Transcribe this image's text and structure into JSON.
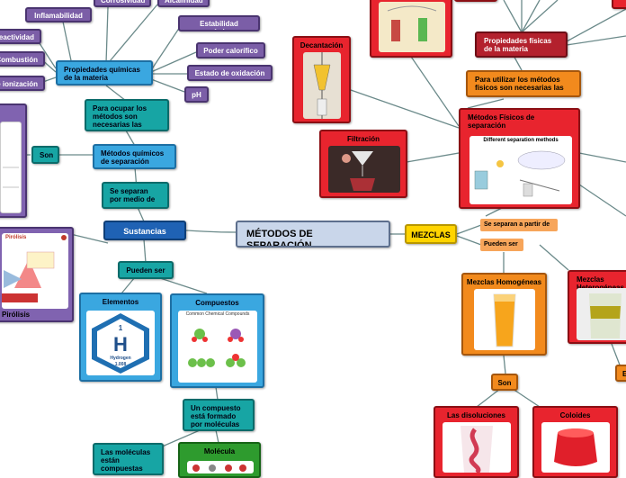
{
  "central": "MÉTODOS DE SEPARACIÓN",
  "left": {
    "corrosividad": "Corrosividad",
    "alcalinidad": "Alcalinidad",
    "inflamabilidad": "Inflamabilidad",
    "reactividad": "Reactividad",
    "combustion": "Combustión",
    "ionizacion": "de ionización",
    "estabilidad": "Estabilidad química",
    "poder_calorifico": "Poder calorífico",
    "estado_oxidacion": "Estado de oxidación",
    "ph": "pH",
    "propiedades_quimicas": "Propiedades químicas de la materia",
    "para_ocupar": "Para ocupar los métodos son necesarias las",
    "son": "Son",
    "metodos_quimicos": "Métodos químicos de separación",
    "se_separan": "Se separan por medio de",
    "sustancias_puras": "Sustancias puras",
    "pueden_ser": "Pueden ser",
    "pirolisis": "Pirólisis",
    "pirolisis_img_title": "Pirólisis",
    "elementos": "Elementos",
    "hydrogen_number": "1",
    "hydrogen_symbol": "H",
    "hydrogen_name": "Hydrogen",
    "hydrogen_mass": "1.008",
    "compuestos": "Compuestos",
    "compounds_img_title": "Common Chemical Compounds",
    "un_compuesto": "Un compuesto está formado por moléculas",
    "molecula": "Molécula",
    "las_moleculas": "Las moléculas están compuestas"
  },
  "right": {
    "decantacion": "Decantación",
    "filtracion": "Filtración",
    "propiedades_fisicas": "Propiedades físicas de la materia",
    "para_utilizar": "Para utilizar los métodos físicos son necesarias las",
    "metodos_fisicos": "Métodos Físicos de separación",
    "diff_methods": "Different separation methods",
    "mezclas": "MEZCLAS",
    "se_separan_partir": "Se separan a partir de",
    "pueden_ser": "Pueden ser",
    "homogeneas": "Mezclas Homogéneas",
    "heterogeneas": "Mezclas Heterogéneas",
    "son": "Son",
    "disoluciones": "Las disoluciones",
    "coloides": "Coloides",
    "es": "Es"
  },
  "colors": {
    "purple": "#7b5ea7",
    "blue": "#3aa7e0",
    "teal": "#17a5a4",
    "dark_blue": "#1f62b4",
    "red": "#e8242e",
    "maroon": "#b3212d",
    "orange": "#f28a1d",
    "yellow": "#ffd400",
    "central": "#c9d6ea"
  }
}
